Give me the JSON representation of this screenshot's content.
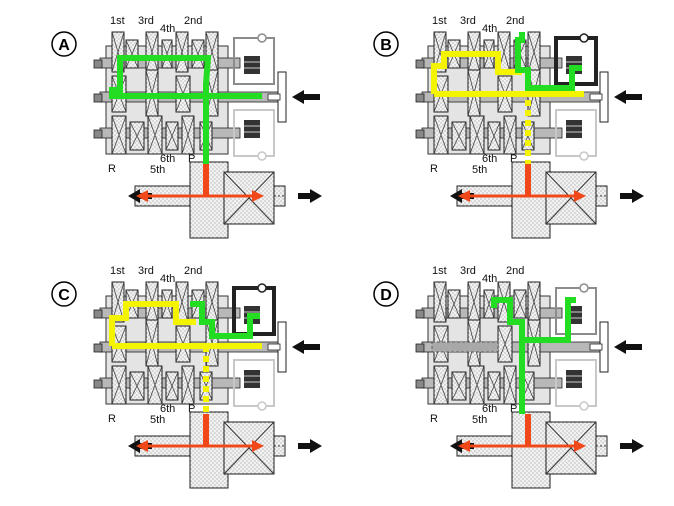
{
  "colors": {
    "green": "#22dd22",
    "yellow": "#f4f400",
    "red": "#f04818",
    "dark": "#222222",
    "gray": "#8c8c8c",
    "light": "#c8c8c8",
    "arrow": "#111111"
  },
  "labels": {
    "gear1": "1st",
    "gear3": "3rd",
    "gear4": "4th",
    "gear2": "2nd",
    "rev": "R",
    "gear6": "6th",
    "gear5": "5th",
    "park": "P"
  },
  "panels": [
    {
      "id": "A",
      "label": "A",
      "yellow": false,
      "green_top": false,
      "clutch_top": "gray",
      "clutch_bottom": "gray",
      "dashed": false
    },
    {
      "id": "B",
      "label": "B",
      "yellow": true,
      "green_top": true,
      "clutch_top": "dark",
      "clutch_bottom": "gray",
      "dashed": true
    },
    {
      "id": "C",
      "label": "C",
      "yellow": true,
      "green_top": false,
      "clutch_top": "dark",
      "clutch_bottom": "gray",
      "dashed": true
    },
    {
      "id": "D",
      "label": "D",
      "yellow": false,
      "green_top": false,
      "clutch_top": "gray",
      "clutch_bottom": "gray",
      "dashed": false
    }
  ]
}
